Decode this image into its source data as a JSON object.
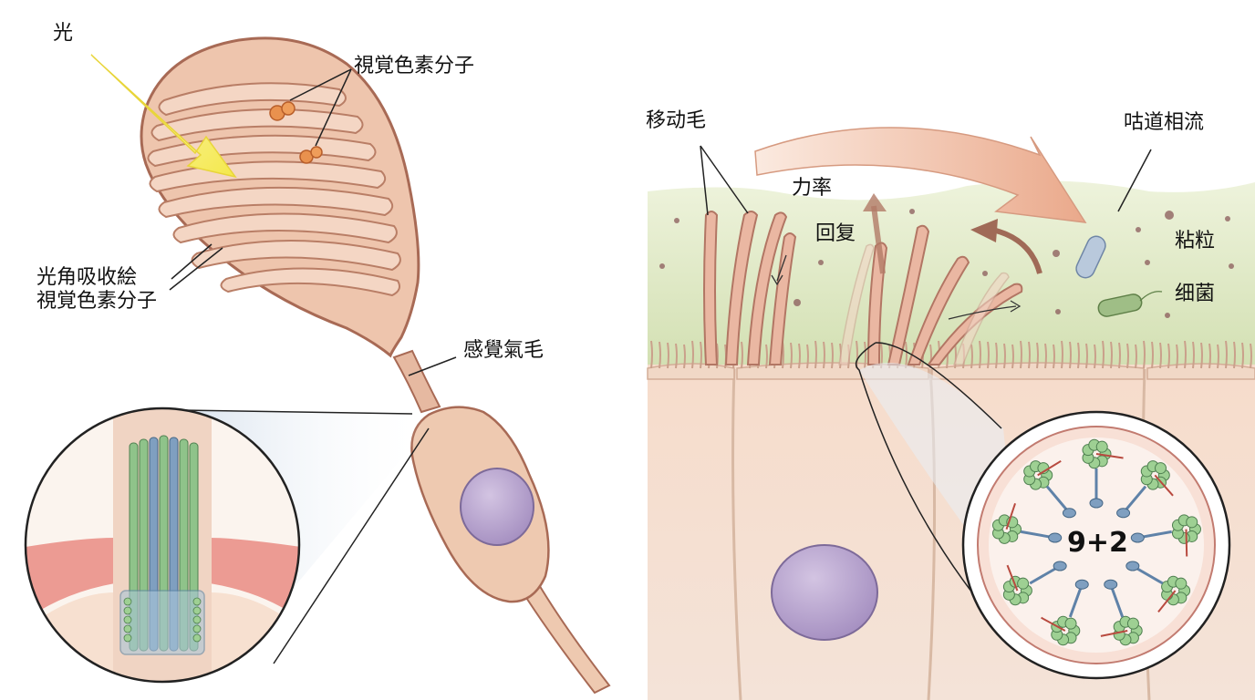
{
  "left_panel": {
    "light_label": "光",
    "visual_pigment_label": "視覚色素分子",
    "disc_label": "光角吸收絵\n視覚色素分子",
    "sensory_cilium_label": "感覺氣毛"
  },
  "right_panel": {
    "motile_cilia_label": "移动毛",
    "mucus_flow_label": "咕道相流",
    "power_stroke_label": "力率",
    "recovery_label": "回复",
    "particles_label": "粘粒",
    "bacteria_label": "细菌",
    "axoneme_label": "9+2"
  },
  "colors": {
    "cell_fill": "#eec9b0",
    "cell_stroke": "#a86a55",
    "mucus": "#d9e4bd",
    "nucleus": "#b7a3cf",
    "microtubule_green": "#8fc38a",
    "microtubule_blue": "#7f9fc0",
    "light_arrow": "#f7ec6b",
    "flow_arrow": "#eab39a"
  }
}
